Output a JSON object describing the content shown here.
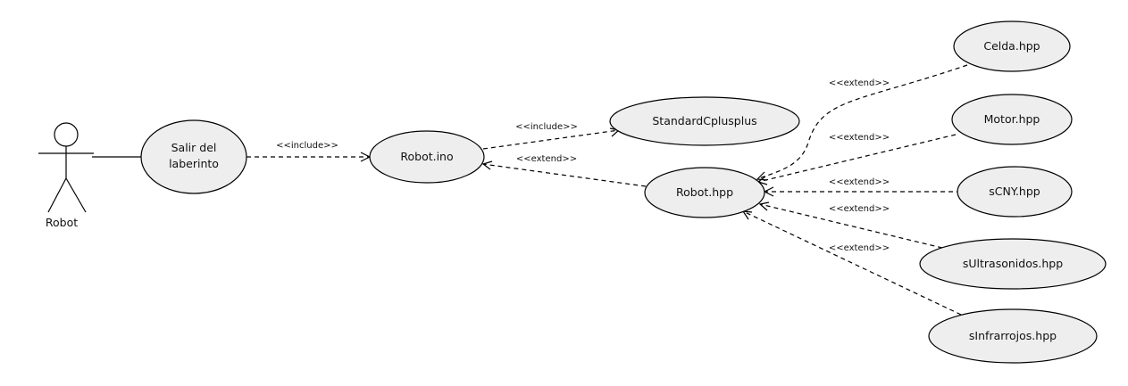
{
  "actor": {
    "name": "Robot"
  },
  "usecases": {
    "salir_line1": "Salir del",
    "salir_line2": "laberinto",
    "robot_ino": "Robot.ino",
    "standard": "StandardCplusplus",
    "robot_hpp": "Robot.hpp",
    "celda": "Celda.hpp",
    "motor": "Motor.hpp",
    "scny": "sCNY.hpp",
    "sultra": "sUltrasonidos.hpp",
    "sinfra": "sInfrarrojos.hpp"
  },
  "relations": {
    "include1": "<<include>>",
    "include2": "<<include>>",
    "extend_robot": "<<extend>>",
    "extend_celda": "<<extend>>",
    "extend_motor": "<<extend>>",
    "extend_scny": "<<extend>>",
    "extend_sultra": "<<extend>>",
    "extend_sinfra": "<<extend>>"
  }
}
